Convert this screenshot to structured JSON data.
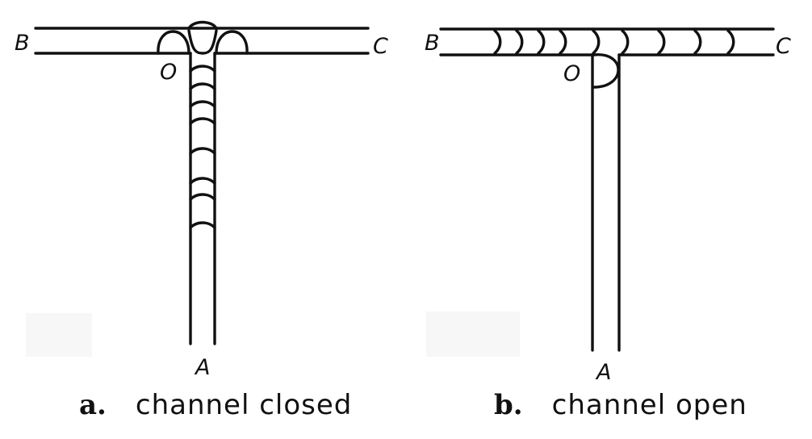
{
  "panels": [
    {
      "id": "a",
      "caption_letter": "a.",
      "caption_text": "channel closed",
      "labels": {
        "b": "B",
        "c": "C",
        "o": "O",
        "a": "A"
      }
    },
    {
      "id": "b",
      "caption_letter": "b.",
      "caption_text": "channel open",
      "labels": {
        "b": "B",
        "c": "C",
        "o": "O",
        "a": "A"
      }
    }
  ],
  "colors": {
    "ink": "#111111",
    "background": "#ffffff"
  }
}
